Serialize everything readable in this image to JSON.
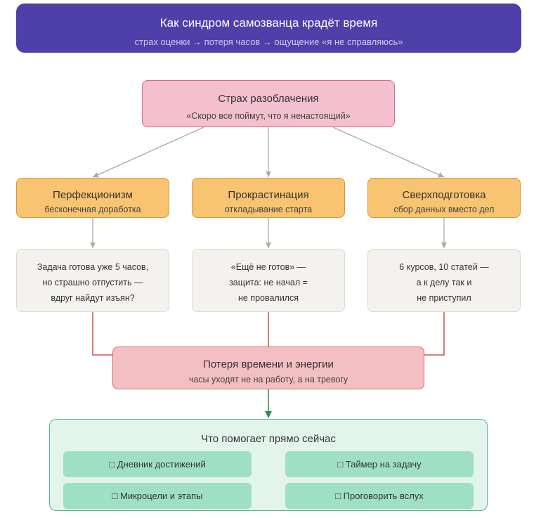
{
  "header": {
    "title": "Как синдром самозванца крадёт время",
    "subtitle": "страх оценки → потеря часов → ощущение «я не справляюсь»"
  },
  "fear": {
    "title": "Страх разоблачения",
    "quote": "«Скоро все поймут, что я ненастоящий»"
  },
  "branches": [
    {
      "title": "Перфекционизм",
      "subtitle": "бесконечная доработка",
      "note": [
        "Задача готова уже 5 часов,",
        "но страшно отпустить —",
        "вдруг найдут изъян?"
      ]
    },
    {
      "title": "Прокрастинация",
      "subtitle": "откладывание старта",
      "note": [
        "«Ещё не готов» —",
        "защита: не начал =",
        "не провалился"
      ]
    },
    {
      "title": "Сверхподготовка",
      "subtitle": "сбор данных вместо дел",
      "note": [
        "6 курсов, 10 статей —",
        "а к делу так и",
        "не приступил"
      ]
    }
  ],
  "loss": {
    "title": "Потеря времени и энергии",
    "subtitle": "часы уходят не на работу, а на тревогу"
  },
  "help": {
    "title": "Что помогает прямо сейчас",
    "items": [
      "□ Дневник достижений",
      "□ Таймер на задачу",
      "□ Микроцели и этапы",
      "□ Проговорить вслух"
    ]
  },
  "colors": {
    "header": "#4f3fa8",
    "fear": "#f4bfcf",
    "branch": "#f8c471",
    "note": "#f4f2ee",
    "loss": "#f4bfc3",
    "help": "#e3f4ec",
    "help_item": "#9fe0c5",
    "arrow_gray": "#aaaaaa",
    "arrow_red": "#c0392b",
    "arrow_green": "#2e8b57"
  }
}
